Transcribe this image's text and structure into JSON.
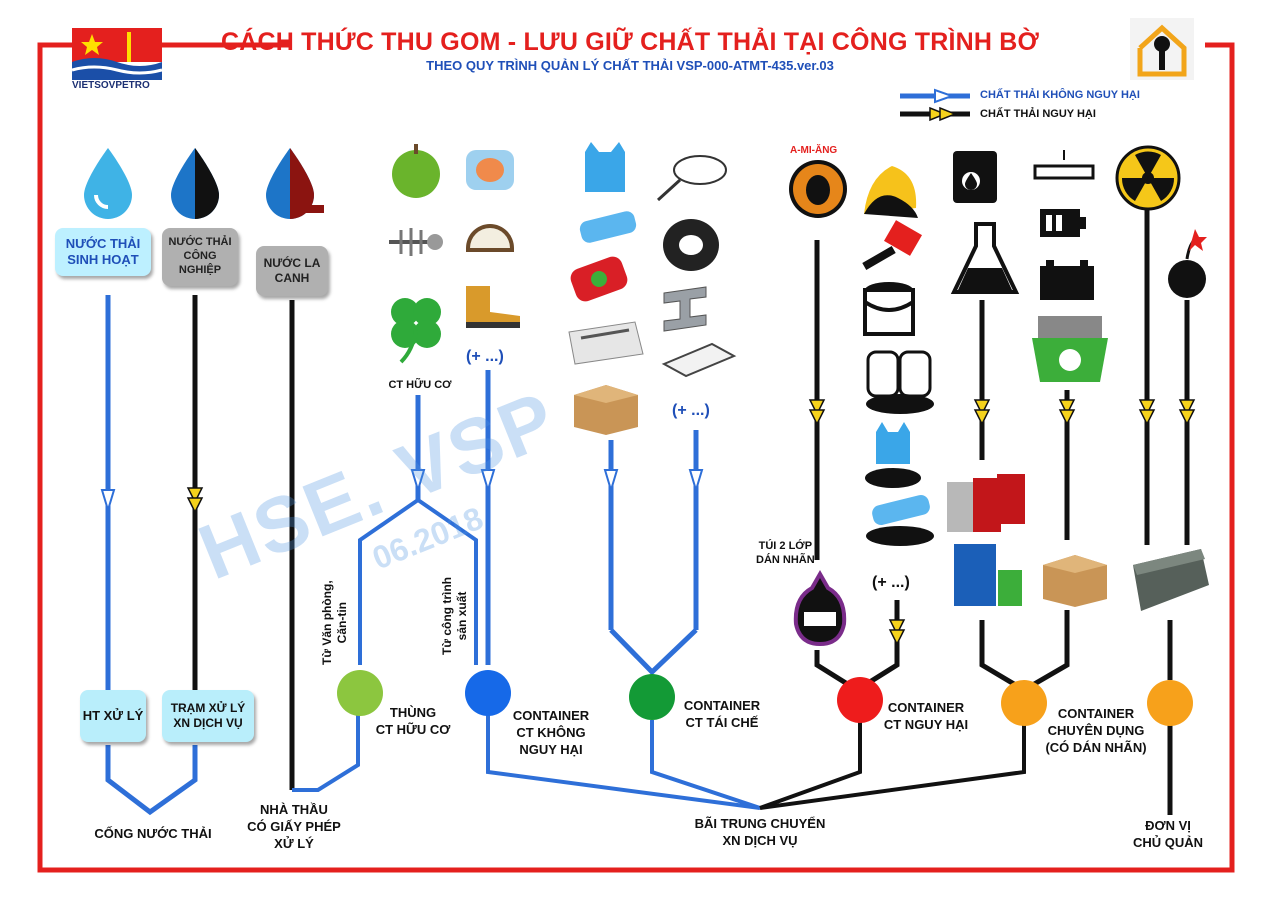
{
  "header": {
    "title": "CÁCH THỨC THU GOM - LƯU GIỮ CHẤT THẢI TẠI CÔNG TRÌNH BỜ",
    "subtitle": "THEO QUY TRÌNH QUẢN LÝ CHẤT THẢI VSP-000-ATMT-435.ver.03",
    "logo_text": "VIETSOVPETRO"
  },
  "legend": {
    "non_hazardous": "CHẤT THẢI KHÔNG NGUY HẠI",
    "hazardous": "CHẤT THẢI NGUY HẠI"
  },
  "colors": {
    "frame": "#e4201e",
    "title": "#e4201e",
    "blue_line": "#2e6fd8",
    "black_line": "#111111",
    "organic_bin": "#8cc63f",
    "non_hazardous_container": "#1669e8",
    "recycle_container": "#139a36",
    "hazardous_container": "#ee1c1c",
    "special_container": "#f7a11b"
  },
  "water_sources": [
    {
      "label": "NƯỚC THẢI SINH HOẠT",
      "icon": "blue-water-drop-icon"
    },
    {
      "label": "NƯỚC THẢI CÔNG NGHIỆP",
      "icon": "black-blue-drop-icon"
    },
    {
      "label": "NƯỚC LA CANH",
      "icon": "red-blue-drop-icon"
    }
  ],
  "treatment": {
    "ht_xu_ly": "HT XỬ LÝ",
    "tram_xu_ly": "TRẠM XỬ LÝ XN DỊCH VỤ"
  },
  "organic": {
    "caption": "CT HỮU CƠ",
    "icons": [
      "apple-icon",
      "glove-icon",
      "fish-bone-icon",
      "coconut-icon",
      "clover-icon",
      "boot-icon"
    ],
    "more": "(+ ...)",
    "from_office": "Từ Văn phòng,\nCăn-tin",
    "from_production": "Từ công trình\nsản xuất"
  },
  "recyclable": {
    "icons": [
      "plastic-bag-icon",
      "wine-glass-icon",
      "water-bottle-icon",
      "tire-icon",
      "can-icon",
      "steel-beam-icon",
      "newspaper-icon",
      "wood-plank-icon",
      "cardboard-box-icon"
    ],
    "more": "(+ ...)"
  },
  "hazardous": {
    "asbestos_label": "A-MI-ĂNG",
    "bag_label": "TÚI 2 LỚP\nDÁN NHÃN",
    "more": "(+ ...)",
    "icons": [
      "gas-mask-icon",
      "oily-rag-icon",
      "paint-brush-icon",
      "paint-can-icon",
      "oily-gloves-icon",
      "oily-bag-icon",
      "oily-bottle-icon"
    ]
  },
  "special": {
    "icons": [
      "oil-drum-icon",
      "flask-icon",
      "fluorescent-lamp-icon",
      "battery-icon",
      "car-battery-icon",
      "e-waste-bin-icon",
      "radiation-icon",
      "bomb-icon",
      "drums-icon",
      "chemical-cans-icon",
      "box-icon",
      "ammo-box-icon"
    ]
  },
  "containers": {
    "organic_bin": "THÙNG\nCT HỮU CƠ",
    "non_hazardous": "CONTAINER\nCT KHÔNG\nNGUY HẠI",
    "recycle": "CONTAINER\nCT TÁI CHẾ",
    "hazardous": "CONTAINER\nCT NGUY HẠI",
    "special": "CONTAINER\nCHUYÊN DỤNG\n(CÓ DÁN NHÃN)"
  },
  "destinations": {
    "sewer": "CỐNG NƯỚC THẢI",
    "contractor": "NHÀ THẦU\nCÓ GIẤY PHÉP\nXỬ LÝ",
    "transfer": "BÃI TRUNG CHUYỂN\nXN DỊCH VỤ",
    "unit": "ĐƠN VỊ\nCHỦ QUẢN"
  },
  "watermark": {
    "main": "HSE. VSP",
    "date": "06.2018"
  }
}
